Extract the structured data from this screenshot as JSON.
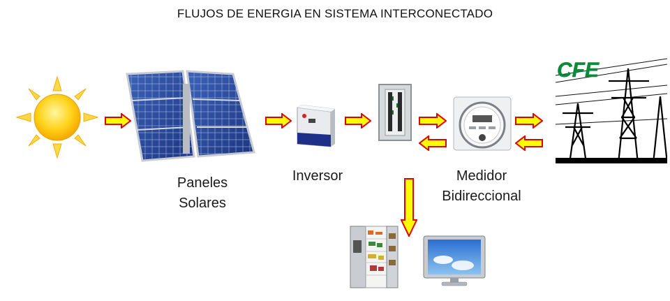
{
  "title": "FLUJOS DE ENERGIA EN SISTEMA INTERCONECTADO",
  "nodes": {
    "panels": {
      "line1": "Paneles",
      "line2": "Solares"
    },
    "inverter": {
      "label": "Inversor"
    },
    "meter": {
      "line1": "Medidor",
      "line2": "Bidireccional"
    },
    "utility": {
      "logo_text": "CFE"
    }
  },
  "colors": {
    "arrow_fill": "#ffff00",
    "arrow_stroke": "#e00000",
    "cfe_green": "#0a8a3a"
  },
  "icons": [
    "sun-icon",
    "solar-panels-image",
    "inverter-image",
    "breaker-panel-image",
    "meter-image",
    "power-tower-image",
    "refrigerator-image",
    "television-image"
  ]
}
